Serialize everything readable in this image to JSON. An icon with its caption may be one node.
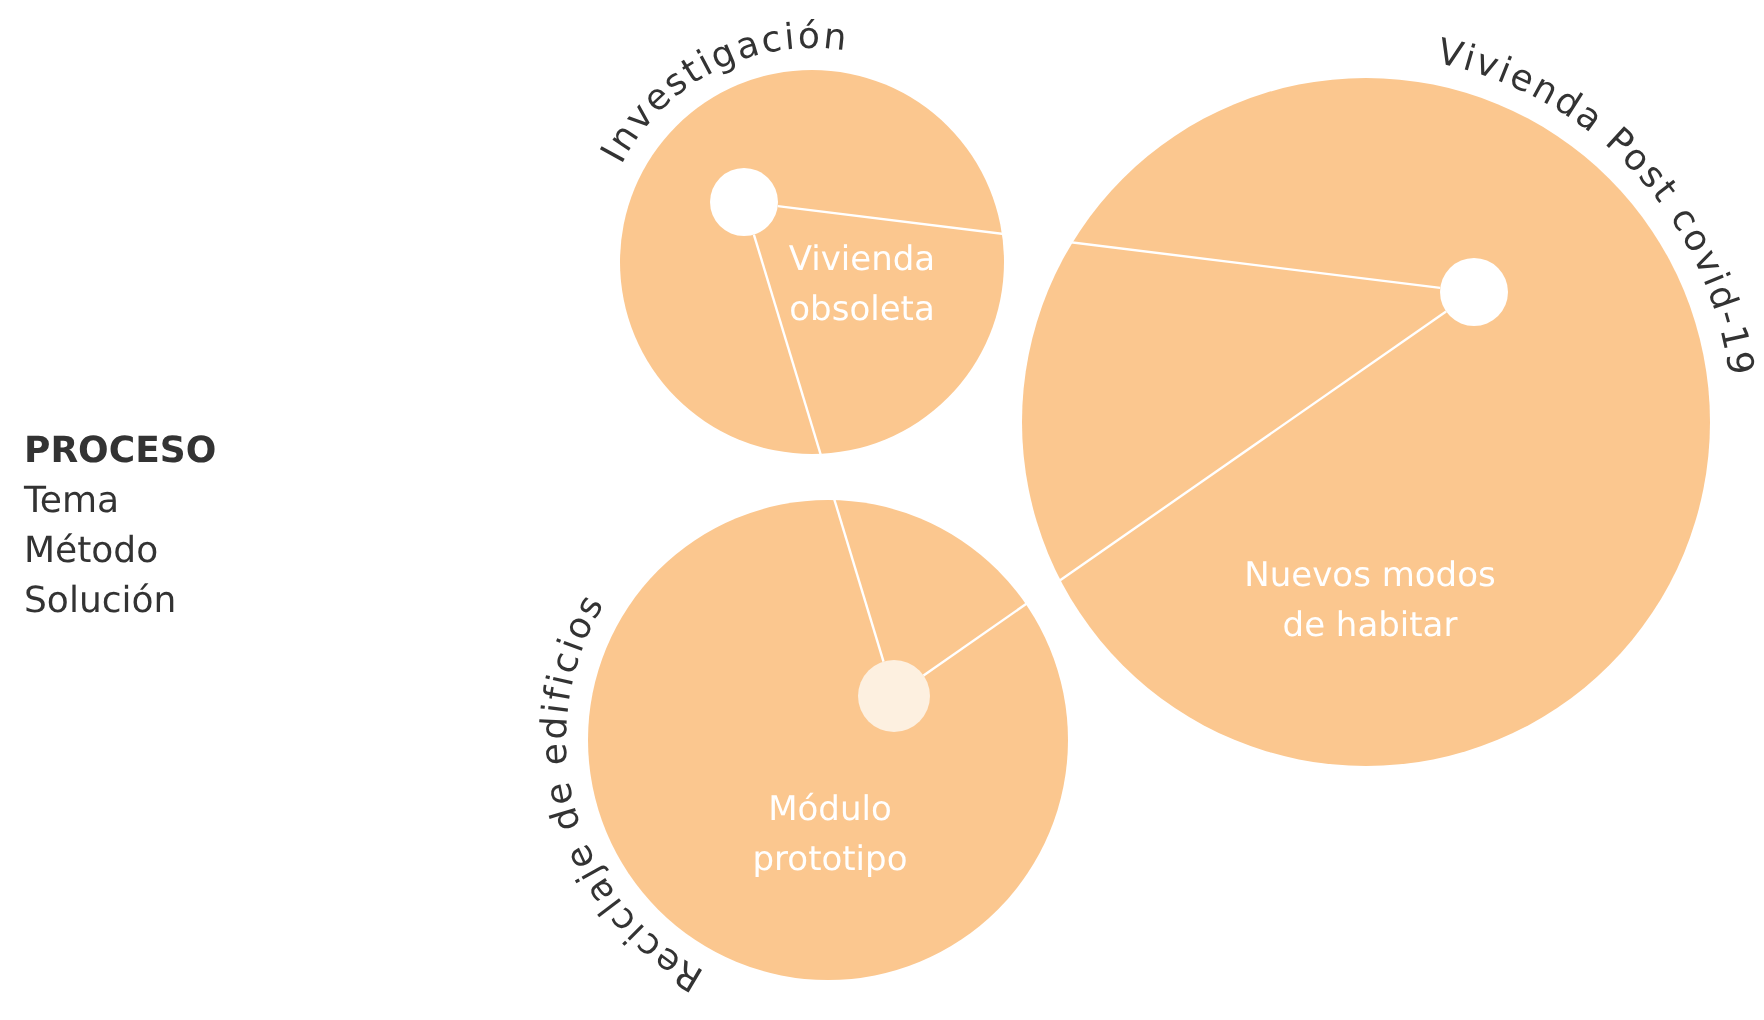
{
  "diagram": {
    "nodes": [
      {
        "text": [
          "Investigación",
          "Vivienda obsoleta"
        ]
      },
      {
        "text": [],
        "shape": "circle",
        "in": 0
      },
      {
        "text": [
          "Vivienda Post covid-19",
          "Nuevos modos de habitar"
        ]
      },
      {
        "text": [],
        "shape": "circle",
        "in": 2
      },
      {
        "text": [
          "Reciclaje de edificios",
          "Módulo prototipo"
        ]
      },
      {
        "text": [],
        "shape": "circle",
        "in": 4
      }
    ],
    "edges": [
      {
        "from": 1,
        "to": 3,
        "arrow": "none"
      },
      {
        "from": 3,
        "to": 5,
        "arrow": "none"
      },
      {
        "from": 1,
        "to": 5,
        "arrow": "none"
      }
    ],
    "labels": [
      "PROCESO",
      "Tema",
      "Método",
      "Solución"
    ]
  }
}
